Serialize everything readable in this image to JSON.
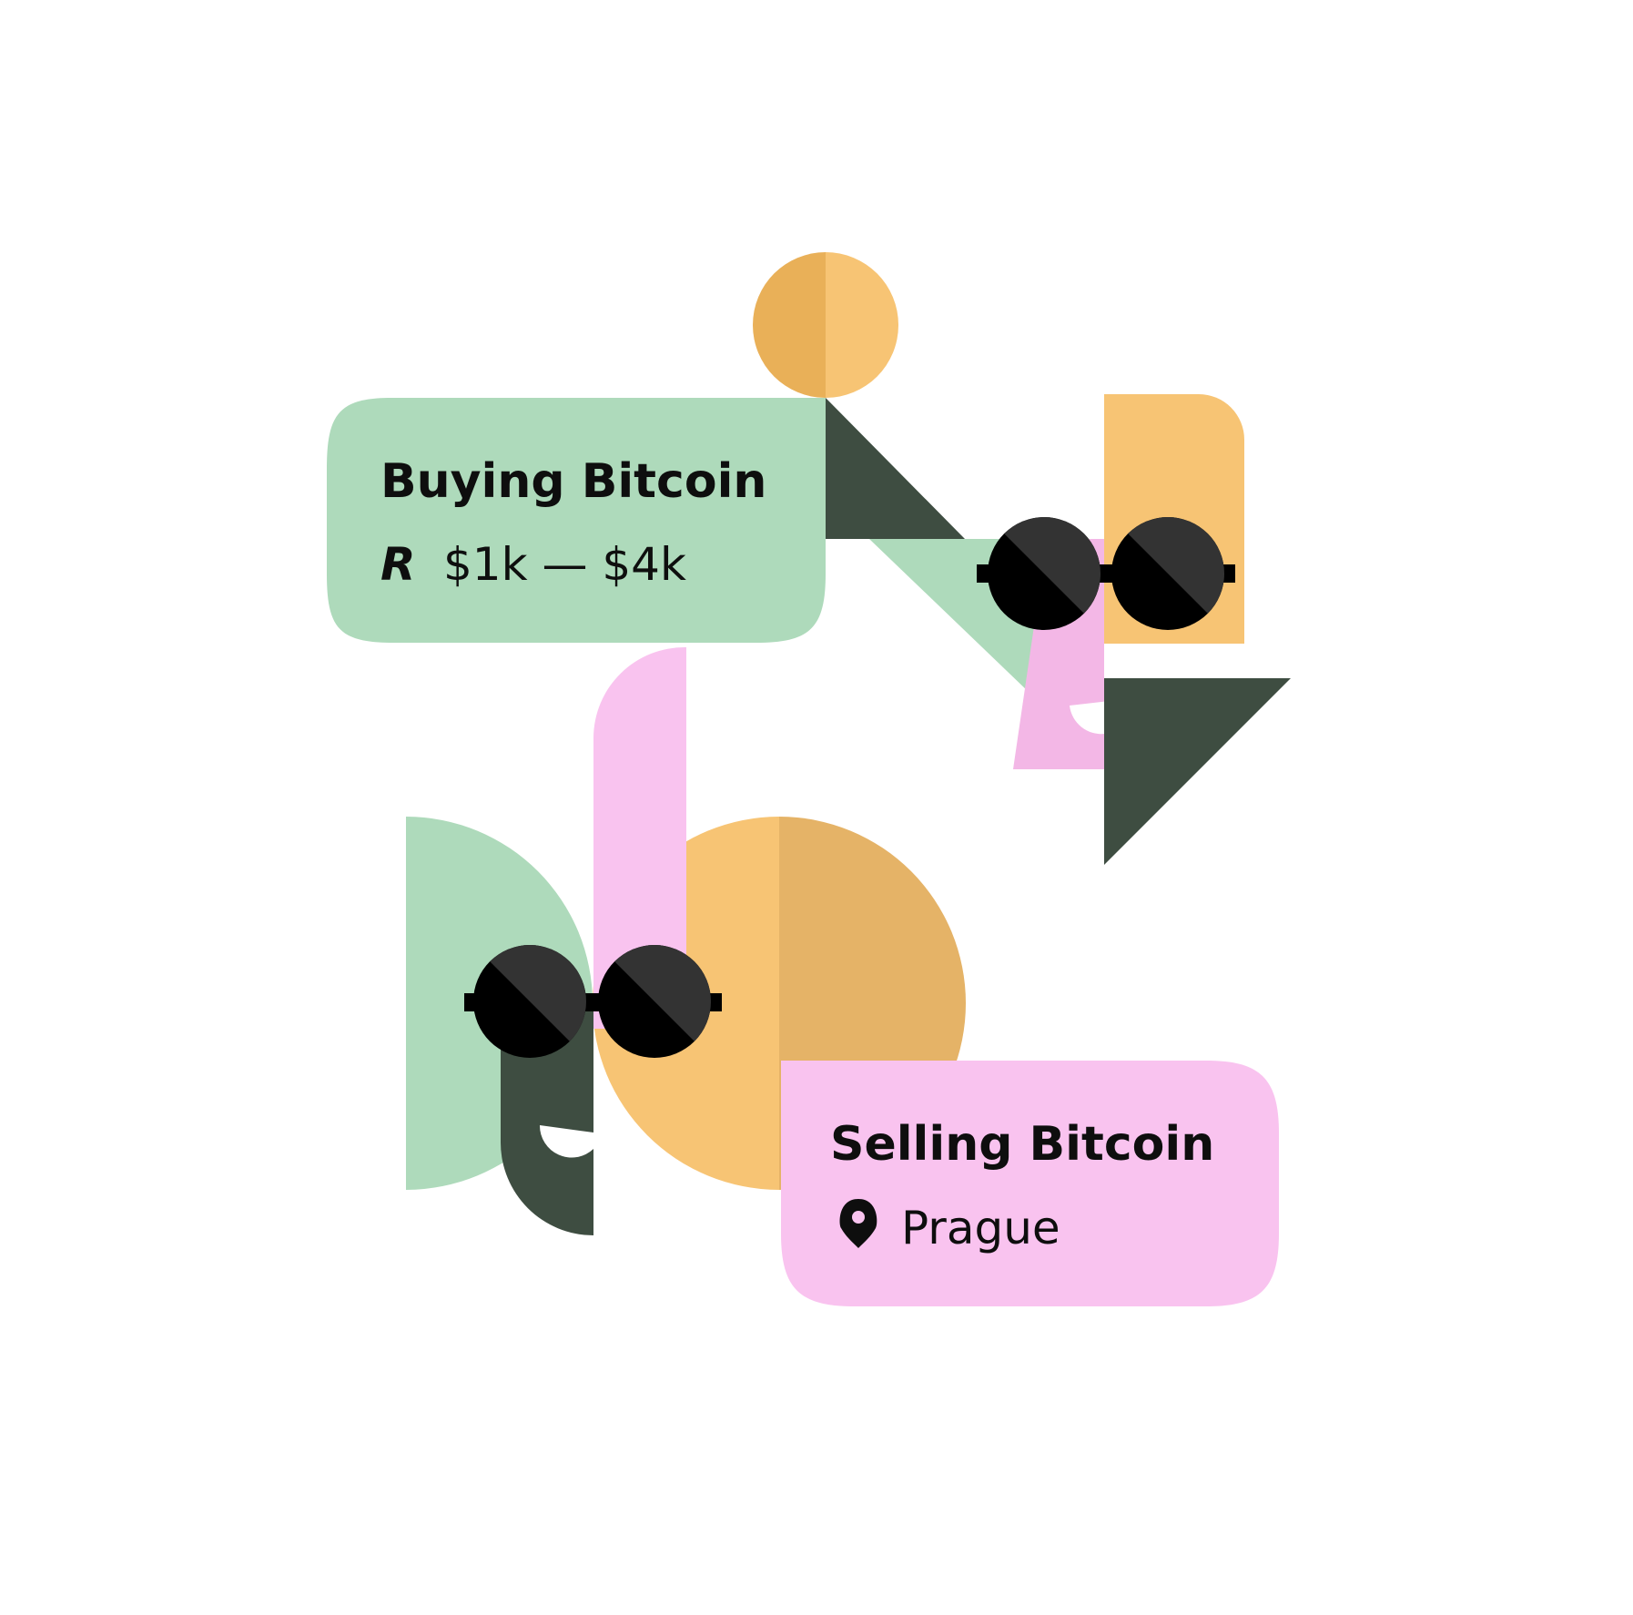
{
  "buy_card": {
    "title": "Buying Bitcoin",
    "badge": "R",
    "range": "$1k — $4k"
  },
  "sell_card": {
    "title": "Selling Bitcoin",
    "location": "Prague",
    "location_icon": "map-pin-icon"
  },
  "colors": {
    "green": "#aedabb",
    "dark_green": "#3e4d41",
    "orange": "#f7c474",
    "dark_orange": "#e9b058",
    "ochre": "#e5b367",
    "pink": "#f9c3ef",
    "pink_face": "#f3b7e6",
    "lens_dark": "#000000",
    "lens_light": "#333333",
    "text": "#0e0e0e"
  }
}
